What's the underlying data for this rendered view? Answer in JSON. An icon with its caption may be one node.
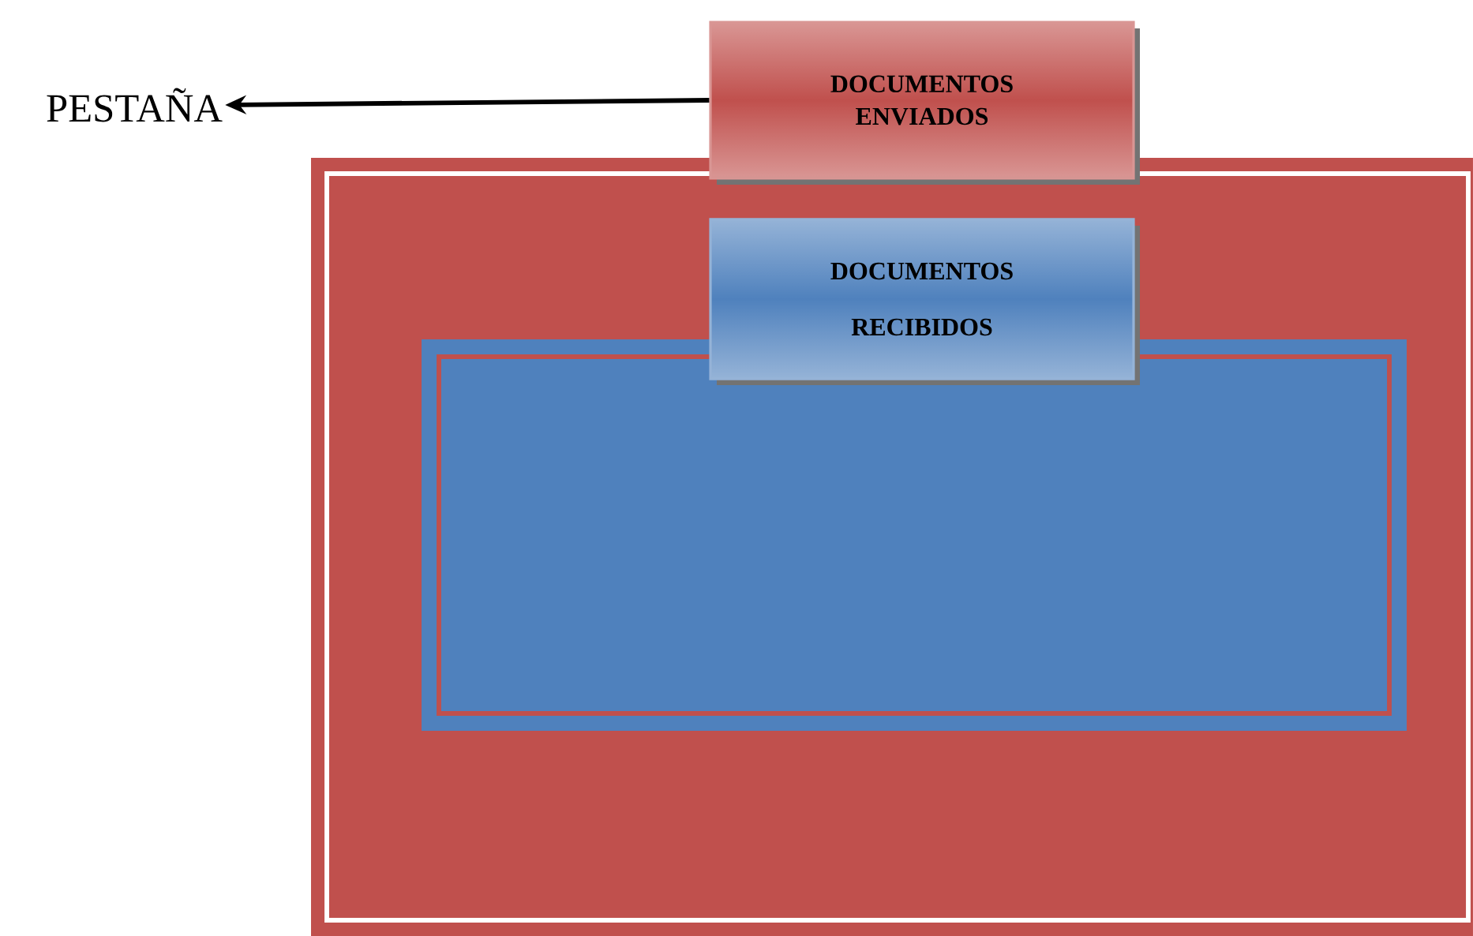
{
  "diagram": {
    "nodes": [
      {
        "text": [
          "PESTAÑA"
        ]
      },
      {
        "text": [
          "DOCUMENTOS ENVIADOS"
        ]
      },
      {
        "text": [],
        "shape": "box"
      },
      {
        "text": [
          "DOCUMENTOS RECIBIDOS"
        ],
        "in": 2
      },
      {
        "text": [],
        "shape": "box",
        "in": 2
      }
    ],
    "edges": [
      {
        "from": 1,
        "to": 0,
        "arrow": "to"
      }
    ]
  }
}
